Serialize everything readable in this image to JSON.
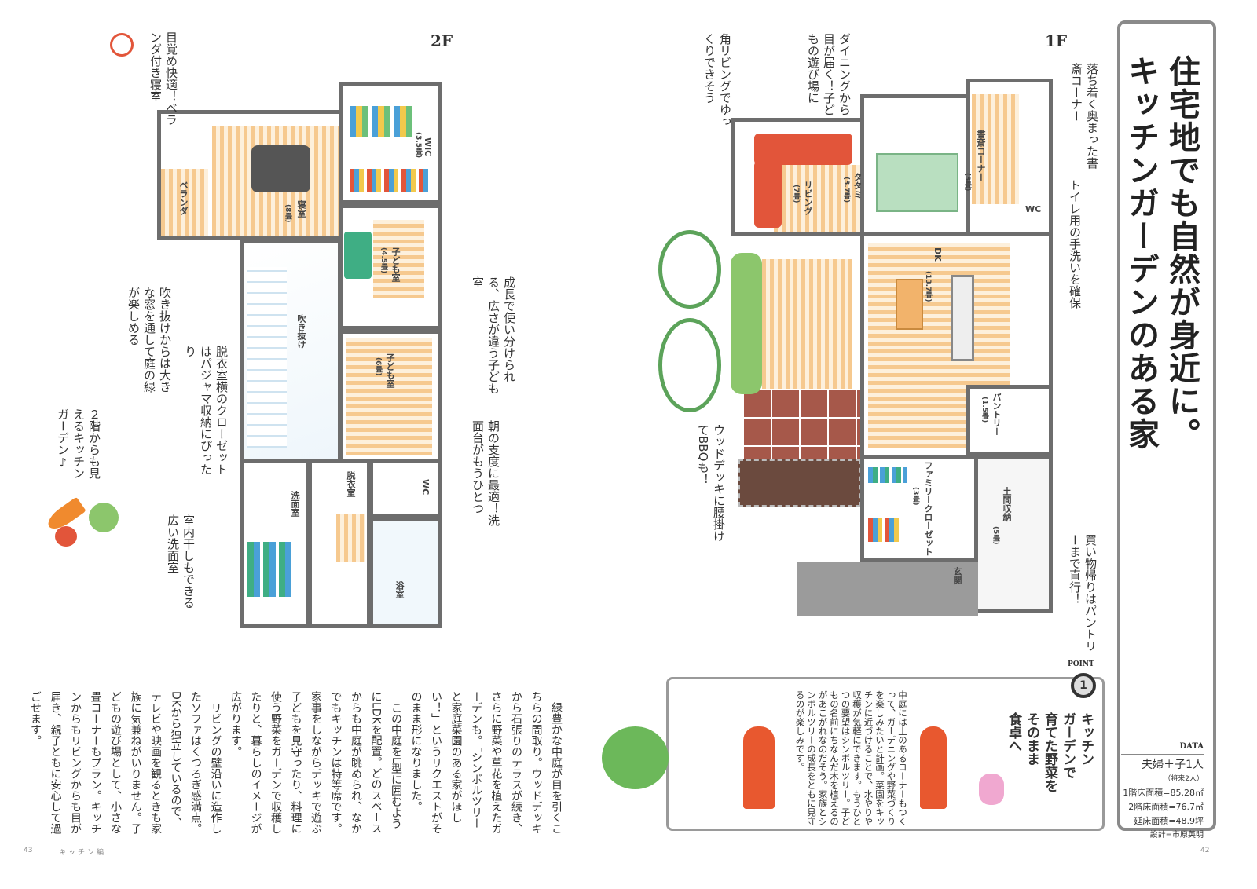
{
  "title": {
    "line1": "住宅地でも自然が身近に。",
    "line2": "キッチンガーデンのある家"
  },
  "data_box": {
    "heading": "DATA",
    "family": "夫婦＋子1人",
    "future": "（将来2人）",
    "floor1": "1階床面積=85.28㎡",
    "floor2": "2階床面積=76.7㎡",
    "total": "延床面積=48.9坪",
    "designer": "設計=市原英明"
  },
  "floor2": {
    "label": "2F",
    "rooms": {
      "veranda": "ベランダ",
      "bedroom": "寝室",
      "bedroom_size": "(8畳)",
      "wic": "WIC",
      "wic_size": "(3.5畳)",
      "kids1": "子ども室",
      "kids1_size": "(4.5畳)",
      "void": "吹き抜け",
      "kids2": "子ども室",
      "kids2_size": "(6畳)",
      "dressing": "脱衣室",
      "wc": "WC",
      "washroom": "洗面室",
      "bath": "浴室"
    },
    "notes": {
      "bedroom": "目覚め快適！ベランダ付き寝室",
      "void": "吹き抜けからは大きな窓を通して庭の緑が楽しめる",
      "closet": "脱衣室横のクローゼットはパジャマ収納にぴったり",
      "garden": "２階からも見えるキッチンガーデン♪",
      "washroom": "室内干しもできる広い洗面室",
      "kids": "成長で使い分けられる、広さが違う子ども室",
      "sink": "朝の支度に最適！洗面台がもうひとつ"
    }
  },
  "floor1": {
    "label": "1F",
    "rooms": {
      "living": "リビング",
      "living_size": "(7畳)",
      "tatami": "タタミ",
      "tatami_size": "(3.7畳)",
      "study": "書斎コーナー",
      "study_size": "(3畳)",
      "wc": "WC",
      "dk": "DK",
      "dk_size": "(13.7畳)",
      "pantry": "パントリー",
      "pantry_size": "(1.5畳)",
      "closet": "ファミリークローゼット",
      "closet_size": "(3畳)",
      "doma": "土間収納",
      "doma_size": "(5畳)",
      "entrance": "玄関"
    },
    "notes": {
      "living": "角リビングでゆっくりできそう",
      "dining": "ダイニングから目が届く！子どもの遊び場に",
      "study": "落ち着く奥まった書斎コーナー",
      "toilet": "トイレ用の手洗いを確保",
      "deck": "ウッドデッキに腰掛けてBBQも！",
      "pantry": "買い物帰りはパントリーまで直行！"
    }
  },
  "body": {
    "p1": "緑豊かな中庭が目を引くこちらの間取り。ウッドデッキから石張りのテラスが続き、さらに野菜や草花を植えたガーデンも。「シンボルツリーと家庭菜園のある家がほしい！」というリクエストがそのまま形になりました。",
    "p2": "この中庭をL型に囲むようにLDKを配置。どのスペースからも中庭が眺められ、なかでもキッチンは特等席です。家事をしながらデッキで遊ぶ子どもを見守ったり、料理に使う野菜をガーデンで収穫したりと、暮らしのイメージが広がります。",
    "p3": "リビングの壁沿いに造作したソファはくつろぎ感満点。DKから独立しているので、テレビや映画を観るときも家族に気兼ねがいりません。子どもの遊び場として、小さな畳コーナーもプラン。キッチンからもリビングからも目が届き、親子ともに安心して過ごせます。"
  },
  "point": {
    "badge": "POINT",
    "number": "1",
    "heading": [
      "キッチン",
      "ガーデンで",
      "育てた野菜を",
      "そのまま",
      "食卓へ"
    ],
    "text": "中庭には土のあるコーナーもつくって、ガーデニングや野菜づくりを楽しみたいと計画。菜園をキッチンに近づけることで、水やりや収穫が気軽にできます。もうひとつの要望はシンボルツリー。子どもの名前にちなんだ木を植えるのがあこがれなのだそう。家族とシンボルツリーの成長をともに見守るのが楽しみです。"
  },
  "footer": {
    "left_page": "43",
    "section": "キッチン編",
    "right_page": "42"
  },
  "colors": {
    "wall": "#6d6d6d",
    "floor": "#f6c98f",
    "sofa": "#e2553a",
    "green": "#5ca35a",
    "frame": "#8a8a8a"
  }
}
